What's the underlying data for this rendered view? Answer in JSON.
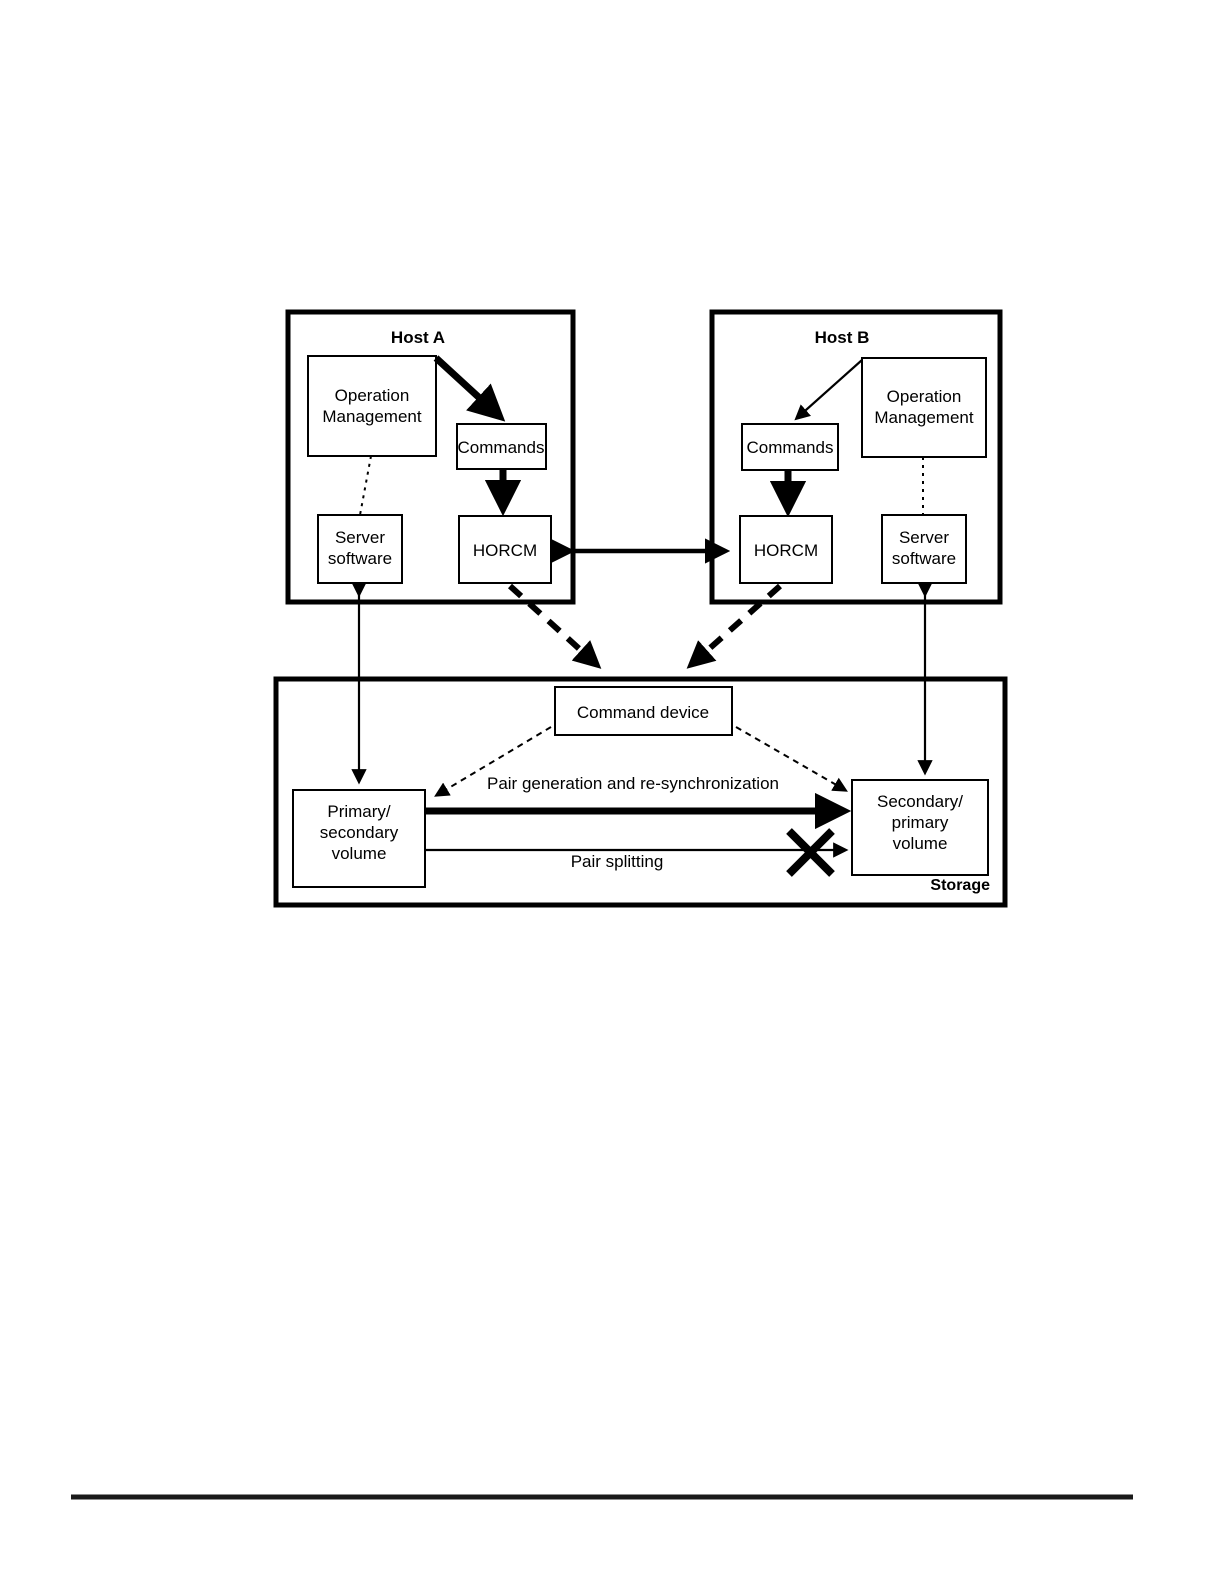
{
  "figure": {
    "title": "Replication pair operations between two hosts and storage",
    "background_color": "#ffffff",
    "line_color": "#000000"
  },
  "hosts": [
    {
      "id": "host-a",
      "title": "Host A",
      "nodes": [
        {
          "id": "op-mgmt-a",
          "label_line1": "Operation",
          "label_line2": "Management"
        },
        {
          "id": "commands-a",
          "label_line1": "Commands",
          "label_line2": ""
        },
        {
          "id": "server-sw-a",
          "label_line1": "Server",
          "label_line2": "software"
        },
        {
          "id": "horcm-a",
          "label_line1": "HORCM",
          "label_line2": ""
        }
      ]
    },
    {
      "id": "host-b",
      "title": "Host B",
      "nodes": [
        {
          "id": "op-mgmt-b",
          "label_line1": "Operation",
          "label_line2": "Management"
        },
        {
          "id": "commands-b",
          "label_line1": "Commands",
          "label_line2": ""
        },
        {
          "id": "server-sw-b",
          "label_line1": "Server",
          "label_line2": "software"
        },
        {
          "id": "horcm-b",
          "label_line1": "HORCM",
          "label_line2": ""
        }
      ]
    }
  ],
  "storage": {
    "title": "Storage",
    "nodes": [
      {
        "id": "command-device",
        "label_line1": "Command device",
        "label_line2": "",
        "label_line3": ""
      },
      {
        "id": "primary-volume",
        "label_line1": "Primary/",
        "label_line2": "secondary",
        "label_line3": "volume"
      },
      {
        "id": "secondary-volume",
        "label_line1": "Secondary/",
        "label_line2": "primary",
        "label_line3": "volume"
      }
    ],
    "flows": [
      {
        "id": "pair-generation",
        "label": "Pair generation and re-synchronization",
        "style": "thick-solid-arrow"
      },
      {
        "id": "pair-splitting",
        "label": "Pair splitting",
        "style": "thin-solid-arrow-blocked"
      }
    ]
  },
  "connections": [
    {
      "id": "opmgmt-to-commands-a",
      "from": "op-mgmt-a",
      "to": "commands-a",
      "style": "thick-solid-arrow"
    },
    {
      "id": "commands-to-horcm-a",
      "from": "commands-a",
      "to": "horcm-a",
      "style": "thick-solid-arrow"
    },
    {
      "id": "opmgmt-to-serversw-a",
      "from": "op-mgmt-a",
      "to": "server-sw-a",
      "style": "dotted-line"
    },
    {
      "id": "opmgmt-to-commands-b",
      "from": "op-mgmt-b",
      "to": "commands-b",
      "style": "thin-solid-arrow"
    },
    {
      "id": "commands-to-horcm-b",
      "from": "commands-b",
      "to": "horcm-b",
      "style": "thick-solid-arrow"
    },
    {
      "id": "opmgmt-to-serversw-b",
      "from": "op-mgmt-b",
      "to": "server-sw-b",
      "style": "dotted-line"
    },
    {
      "id": "horcm-a-to-horcm-b",
      "from": "horcm-a",
      "to": "horcm-b",
      "style": "bidirectional-solid-arrow"
    },
    {
      "id": "horcm-a-to-command-device",
      "from": "horcm-a",
      "to": "command-device",
      "style": "dashed-thick-arrow"
    },
    {
      "id": "horcm-b-to-command-device",
      "from": "horcm-b",
      "to": "command-device",
      "style": "dashed-thick-arrow"
    },
    {
      "id": "serversw-a-to-primary-volume",
      "from": "server-sw-a",
      "to": "primary-volume",
      "style": "bidirectional-thin-arrow"
    },
    {
      "id": "serversw-b-to-secondary-volume",
      "from": "server-sw-b",
      "to": "secondary-volume",
      "style": "bidirectional-thin-arrow"
    },
    {
      "id": "command-device-to-primary-volume",
      "from": "command-device",
      "to": "primary-volume",
      "style": "dotted-arrow"
    },
    {
      "id": "command-device-to-secondary-volume",
      "from": "command-device",
      "to": "secondary-volume",
      "style": "dotted-arrow"
    }
  ],
  "footer": {
    "rule_visible": true
  }
}
